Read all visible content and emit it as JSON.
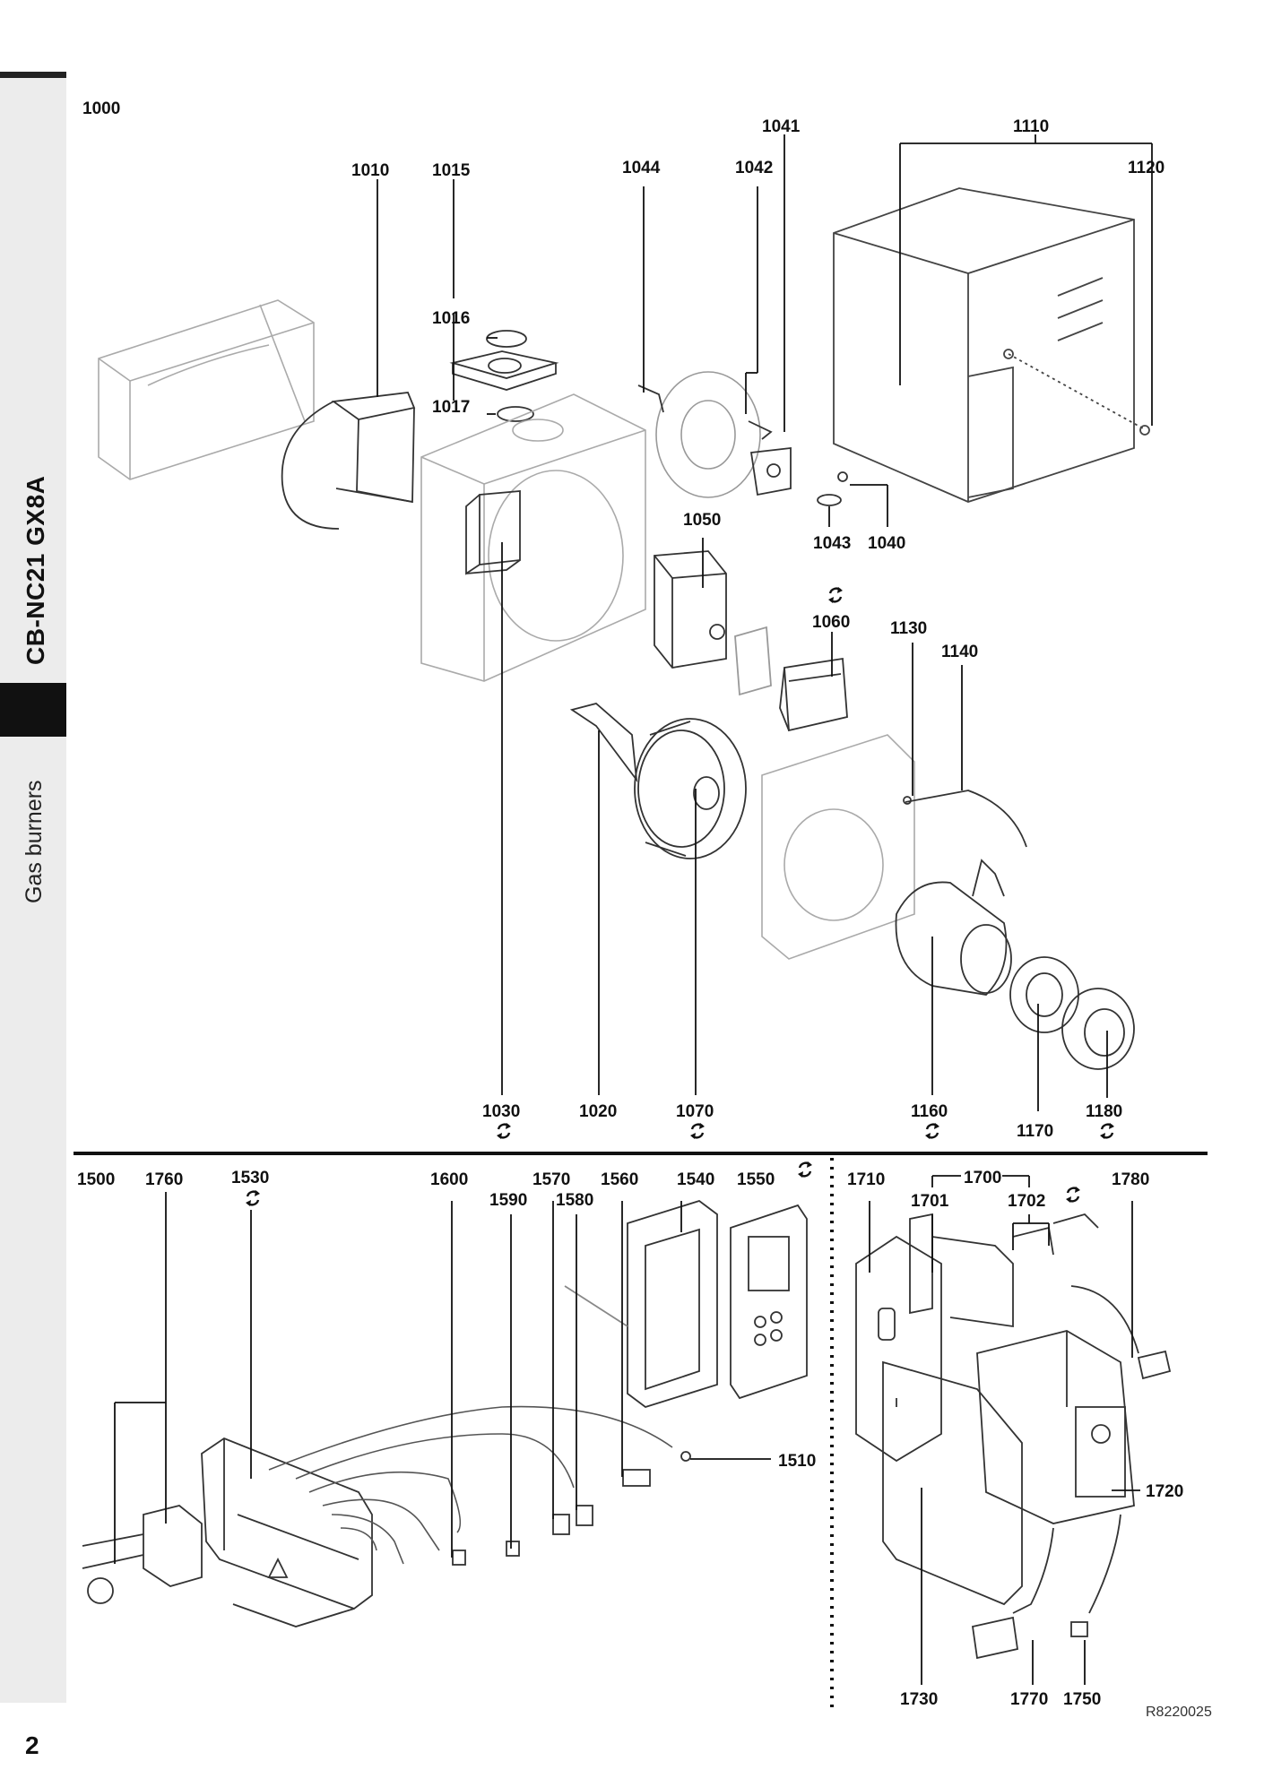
{
  "sidebar": {
    "model": "CB-NC21 GX8A",
    "category": "Gas burners"
  },
  "page_number": "2",
  "reference": "R8220025",
  "upper_section": {
    "assembly": "1000",
    "parts": [
      {
        "id": "1010",
        "label": "1010"
      },
      {
        "id": "1015",
        "label": "1015"
      },
      {
        "id": "1016",
        "label": "1016"
      },
      {
        "id": "1017",
        "label": "1017"
      },
      {
        "id": "1044",
        "label": "1044"
      },
      {
        "id": "1042",
        "label": "1042"
      },
      {
        "id": "1041",
        "label": "1041"
      },
      {
        "id": "1110",
        "label": "1110"
      },
      {
        "id": "1120",
        "label": "1120"
      },
      {
        "id": "1043",
        "label": "1043"
      },
      {
        "id": "1040",
        "label": "1040"
      },
      {
        "id": "1050",
        "label": "1050"
      },
      {
        "id": "1060",
        "label": "1060"
      },
      {
        "id": "1130",
        "label": "1130"
      },
      {
        "id": "1140",
        "label": "1140"
      },
      {
        "id": "1030",
        "label": "1030"
      },
      {
        "id": "1020",
        "label": "1020"
      },
      {
        "id": "1070",
        "label": "1070"
      },
      {
        "id": "1160",
        "label": "1160"
      },
      {
        "id": "1170",
        "label": "1170"
      },
      {
        "id": "1180",
        "label": "1180"
      }
    ]
  },
  "lower_left_section": {
    "parts": [
      {
        "id": "1500",
        "label": "1500"
      },
      {
        "id": "1760",
        "label": "1760"
      },
      {
        "id": "1530",
        "label": "1530"
      },
      {
        "id": "1600",
        "label": "1600"
      },
      {
        "id": "1590",
        "label": "1590"
      },
      {
        "id": "1570",
        "label": "1570"
      },
      {
        "id": "1580",
        "label": "1580"
      },
      {
        "id": "1560",
        "label": "1560"
      },
      {
        "id": "1540",
        "label": "1540"
      },
      {
        "id": "1550",
        "label": "1550"
      },
      {
        "id": "1510",
        "label": "1510"
      }
    ]
  },
  "lower_right_section": {
    "parts": [
      {
        "id": "1710",
        "label": "1710"
      },
      {
        "id": "1700",
        "label": "1700"
      },
      {
        "id": "1701",
        "label": "1701"
      },
      {
        "id": "1702",
        "label": "1702"
      },
      {
        "id": "1780",
        "label": "1780"
      },
      {
        "id": "1720",
        "label": "1720"
      },
      {
        "id": "1730",
        "label": "1730"
      },
      {
        "id": "1770",
        "label": "1770"
      },
      {
        "id": "1750",
        "label": "1750"
      }
    ]
  },
  "replacement_symbol_parts": [
    "1060",
    "1030",
    "1070",
    "1160",
    "1180",
    "1530",
    "1550",
    "1702"
  ]
}
